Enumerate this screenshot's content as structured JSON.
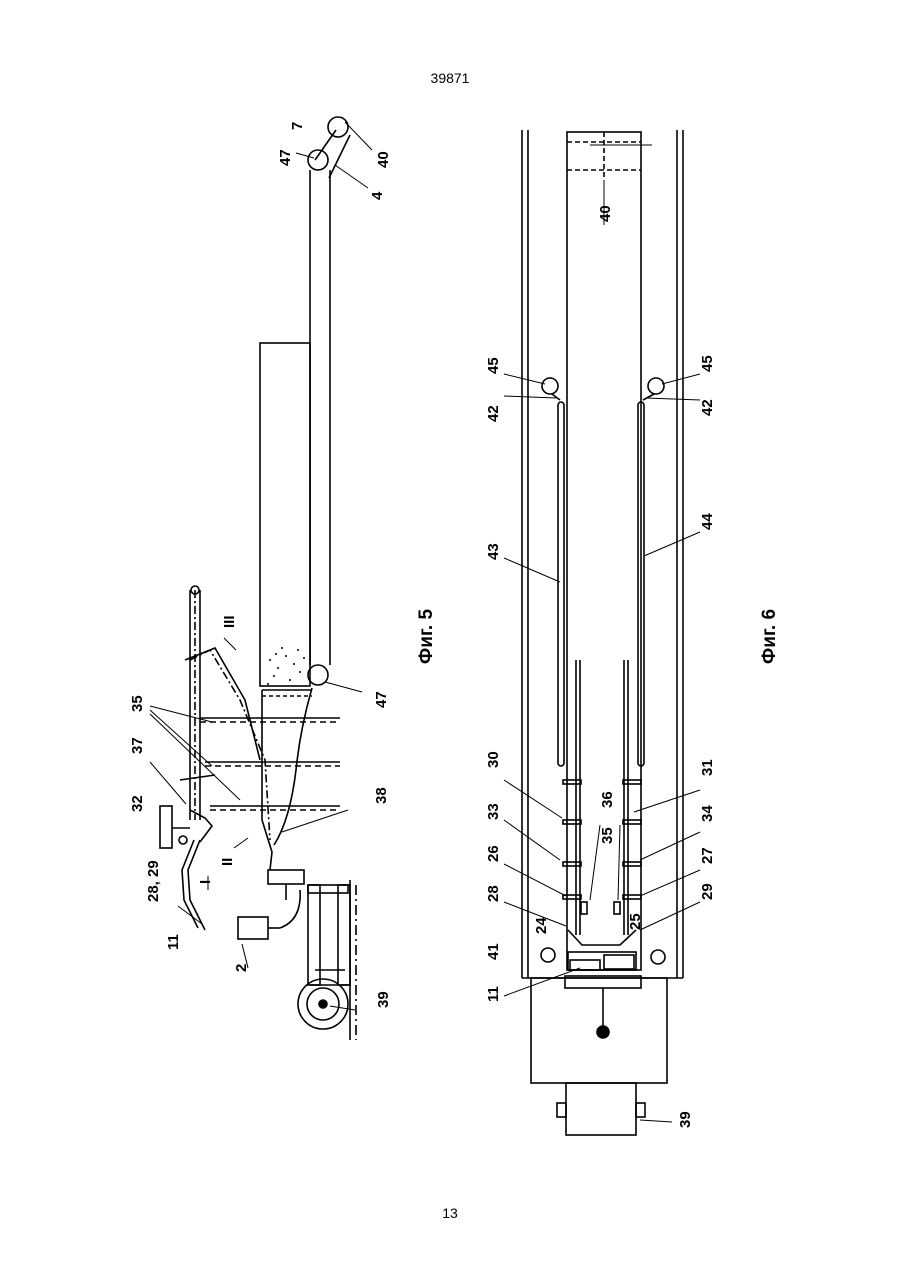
{
  "header": {
    "doc_number": "39871"
  },
  "footer": {
    "page_number": "13"
  },
  "figure5": {
    "caption": "Фиг. 5",
    "labels": {
      "l7": "7",
      "l40": "40",
      "l47a": "47",
      "l4": "4",
      "l47b": "47",
      "l35": "35",
      "l37": "37",
      "l32": "32",
      "l28_29": "28, 29",
      "l11": "11",
      "l2": "2",
      "l38": "38",
      "l39": "39",
      "l_I": "I",
      "l_II": "II",
      "l_III": "III"
    }
  },
  "figure6": {
    "caption": "Фиг. 6",
    "labels": {
      "l40": "40",
      "l45a": "45",
      "l45b": "45",
      "l42a": "42",
      "l42b": "42",
      "l43": "43",
      "l44": "44",
      "l30": "30",
      "l31": "31",
      "l33": "33",
      "l34": "34",
      "l35": "35",
      "l36": "36",
      "l26": "26",
      "l27": "27",
      "l28": "28",
      "l29": "29",
      "l24": "24",
      "l25": "25",
      "l41": "41",
      "l11": "11",
      "l39": "39"
    }
  }
}
